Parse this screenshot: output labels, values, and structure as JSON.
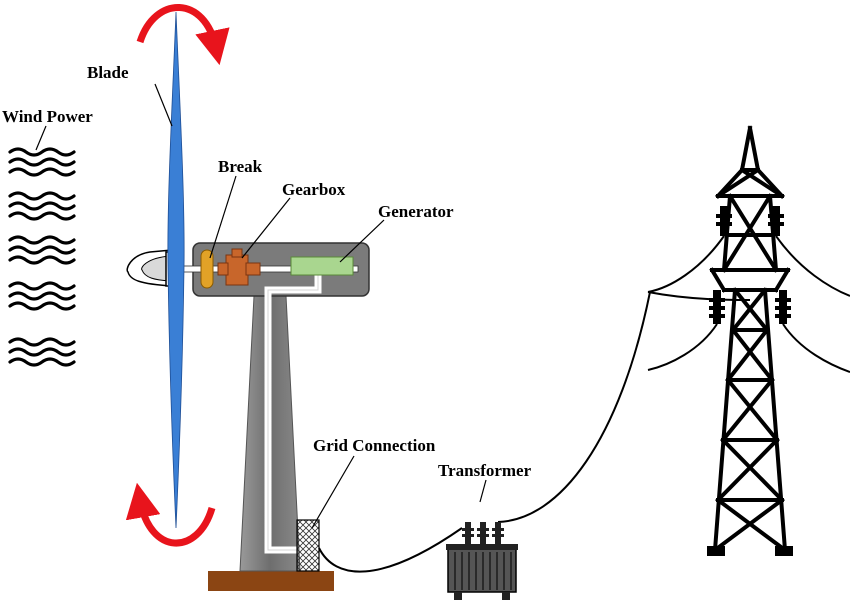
{
  "labels": {
    "blade": "Blade",
    "wind_power": "Wind Power",
    "break": "Break",
    "gearbox": "Gearbox",
    "generator": "Generator",
    "grid_connection": "Grid Connection",
    "transformer": "Transformer"
  },
  "colors": {
    "blade": "#3a7fd5",
    "tower": "#7f7f7f",
    "nacelle": "#7b7b7b",
    "brake": "#e2a227",
    "gearbox": "#c8662b",
    "generator": "#a9d68f",
    "foundation": "#8b4513",
    "rotation_arrow": "#e8141c"
  },
  "icons": {
    "rotation": "curved-arrow-icon",
    "wind": "wind-wave-icon",
    "pylon": "transmission-tower-icon",
    "transformer": "transformer-icon"
  }
}
